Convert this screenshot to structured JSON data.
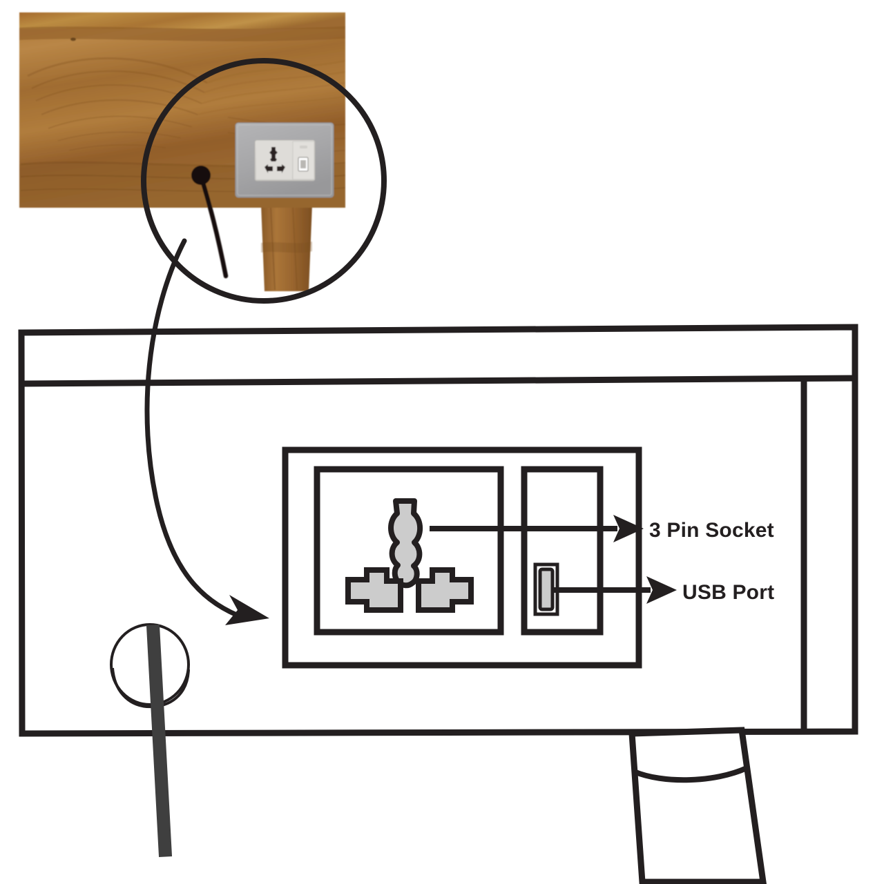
{
  "diagram": {
    "title_labels": {
      "socket_label": "3 Pin Socket",
      "usb_label": "USB Port"
    },
    "photo_inset": {
      "subject": "wooden-table-top-with-wall-socket",
      "wood_color_light": "#b5813f",
      "wood_color_mid": "#9c6a34",
      "wood_color_dark": "#7e5226",
      "socket_plate_color": "#a9a9ab",
      "socket_face_color": "#d8d6d2",
      "cable_color": "#1a1410",
      "magnifier_ring_color": "#231f20"
    },
    "line_art": {
      "stroke_color": "#231f20",
      "fill_color": "#ffffff",
      "pin_fill_color": "#cccccc",
      "cable_color": "#3f3f3f"
    },
    "parts": [
      {
        "name": "table-top-outline",
        "kind": "rectangle"
      },
      {
        "name": "table-top-edge-band",
        "kind": "band"
      },
      {
        "name": "socket-faceplate-outer",
        "kind": "rectangle"
      },
      {
        "name": "socket-faceplate-inner-left",
        "kind": "rectangle"
      },
      {
        "name": "socket-faceplate-inner-right",
        "kind": "rectangle"
      },
      {
        "name": "earth-pin-slot",
        "kind": "slot"
      },
      {
        "name": "live-pin-slot",
        "kind": "slot"
      },
      {
        "name": "neutral-pin-slot",
        "kind": "slot"
      },
      {
        "name": "usb-slot",
        "kind": "slot"
      },
      {
        "name": "cable-grommet-hole",
        "kind": "circle"
      },
      {
        "name": "power-cable",
        "kind": "cable"
      },
      {
        "name": "table-leg",
        "kind": "trapezoid"
      }
    ],
    "callouts": [
      {
        "id": "socket",
        "label": "3 Pin Socket"
      },
      {
        "id": "usb",
        "label": "USB Port"
      }
    ],
    "zoom_indicator": {
      "shape": "circle",
      "description": "magnified-detail-circle"
    }
  }
}
